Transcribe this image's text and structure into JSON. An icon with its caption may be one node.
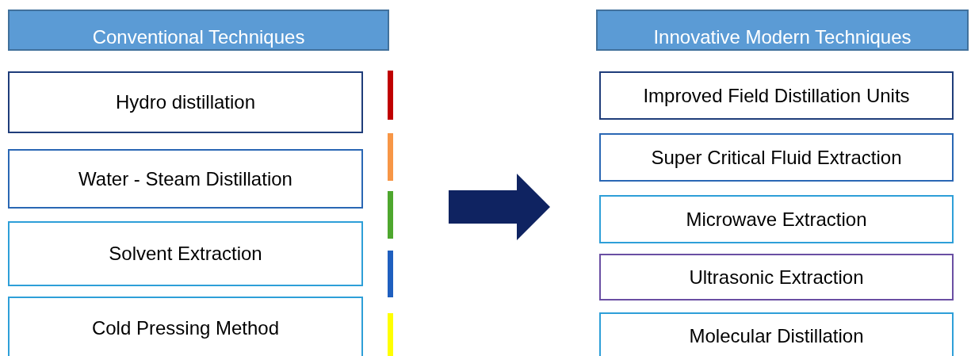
{
  "diagram": {
    "nodes": [
      {
        "text": [
          "Conventional Techniques"
        ]
      },
      {
        "text": [
          "Hydro distillation"
        ]
      },
      {
        "text": [
          "Water - Steam Distillation"
        ]
      },
      {
        "text": [
          "Solvent Extraction"
        ]
      },
      {
        "text": [
          "Cold Pressing Method"
        ]
      },
      {
        "text": [
          "Innovative Modern Techniques"
        ]
      },
      {
        "text": [
          "Improved Field Distillation Units"
        ]
      },
      {
        "text": [
          "Super Critical Fluid Extraction"
        ]
      },
      {
        "text": [
          "Microwave Extraction"
        ]
      },
      {
        "text": [
          "Ultrasonic Extraction"
        ]
      },
      {
        "text": [
          "Molecular Distillation"
        ]
      }
    ]
  }
}
